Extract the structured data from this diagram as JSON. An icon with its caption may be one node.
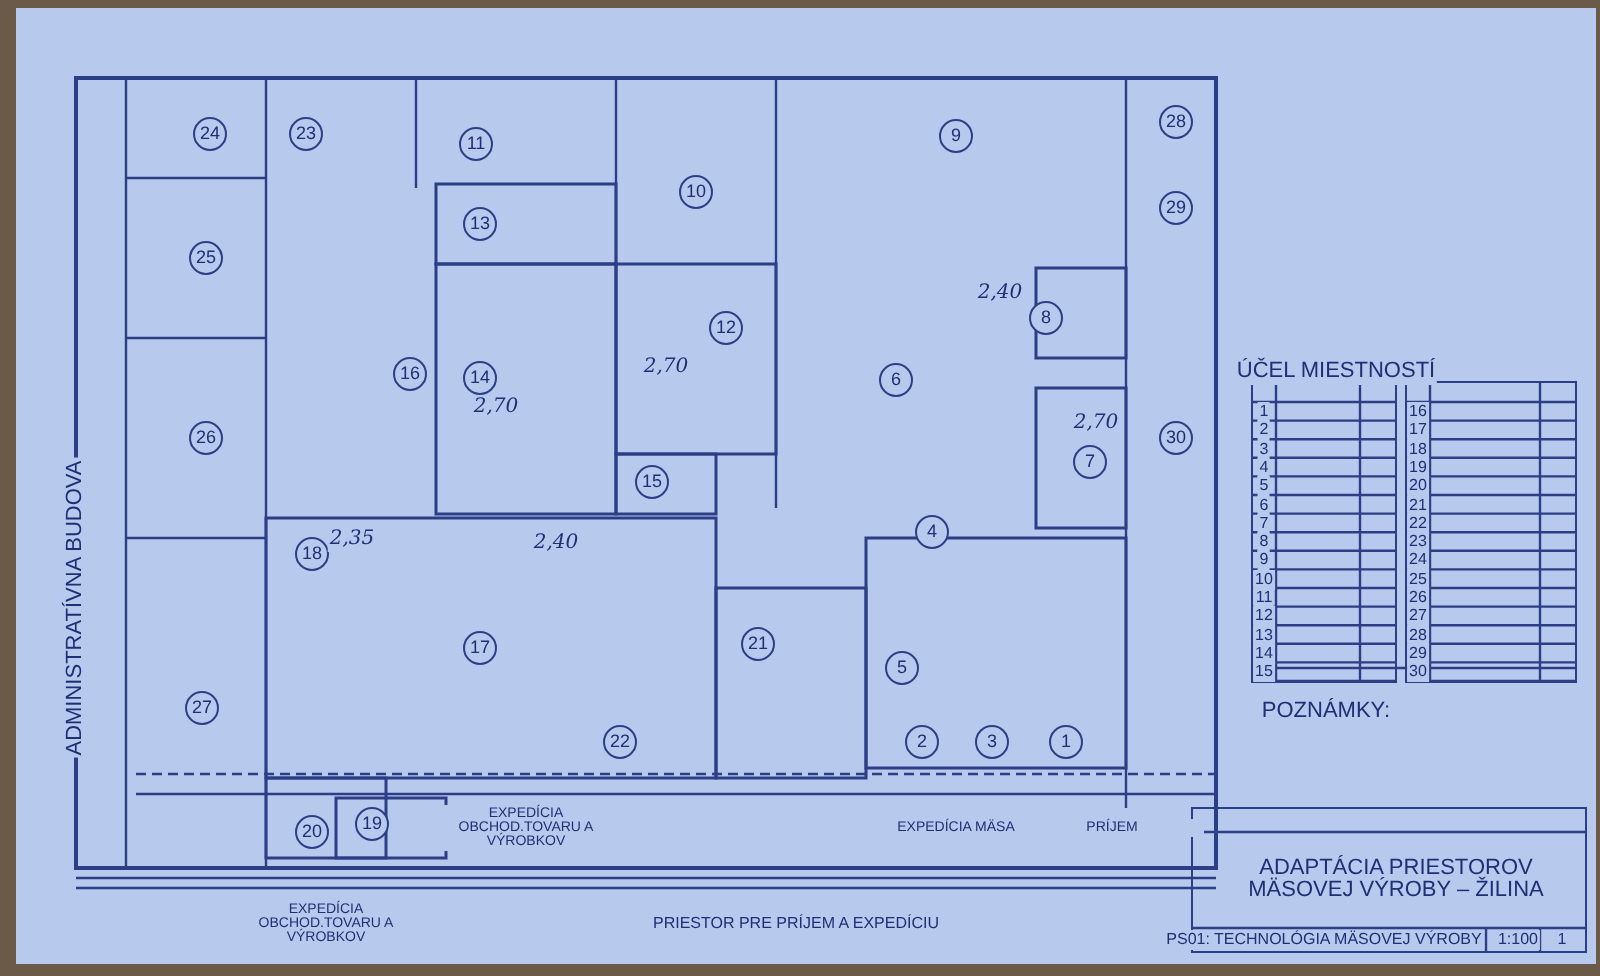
{
  "diagram": {
    "labels": [
      "ADMINISTRATÍVNA BUDOVA",
      "24",
      "23",
      "11",
      "10",
      "9",
      "28",
      "13",
      "25",
      "29",
      "12",
      "8",
      "16",
      "14",
      "6",
      "26",
      "7",
      "30",
      "15",
      "18",
      "4",
      "17",
      "21",
      "5",
      "27",
      "22",
      "2",
      "3",
      "1",
      "20",
      "19",
      "2,40",
      "2,70",
      "2,70",
      "2,70",
      "2,35",
      "2,40",
      "EXPEDÍCIA OBCHOD.TOVARU A VÝROBKOV",
      "EXPEDÍCIA MÄSA",
      "PRÍJEM",
      "EXPEDÍCIA OBCHOD.TOVARU A VÝROBKOV",
      "PRIESTOR PRE PRÍJEM A EXPEDÍCIU",
      "ÚČEL MIESTNOSTÍ",
      "1",
      "2",
      "3",
      "4",
      "5",
      "6",
      "7",
      "8",
      "9",
      "10",
      "11",
      "12",
      "13",
      "14",
      "15",
      "16",
      "17",
      "18",
      "19",
      "20",
      "21",
      "22",
      "23",
      "24",
      "25",
      "26",
      "27",
      "28",
      "29",
      "30",
      "POZNÁMKY:",
      "ADAPTÁCIA PRIESTOROV MÄSOVEJ VÝROBY – ŽILINA",
      "PS01: TECHNOLÓGIA MÄSOVEJ VÝROBY",
      "1:100",
      "1"
    ]
  }
}
